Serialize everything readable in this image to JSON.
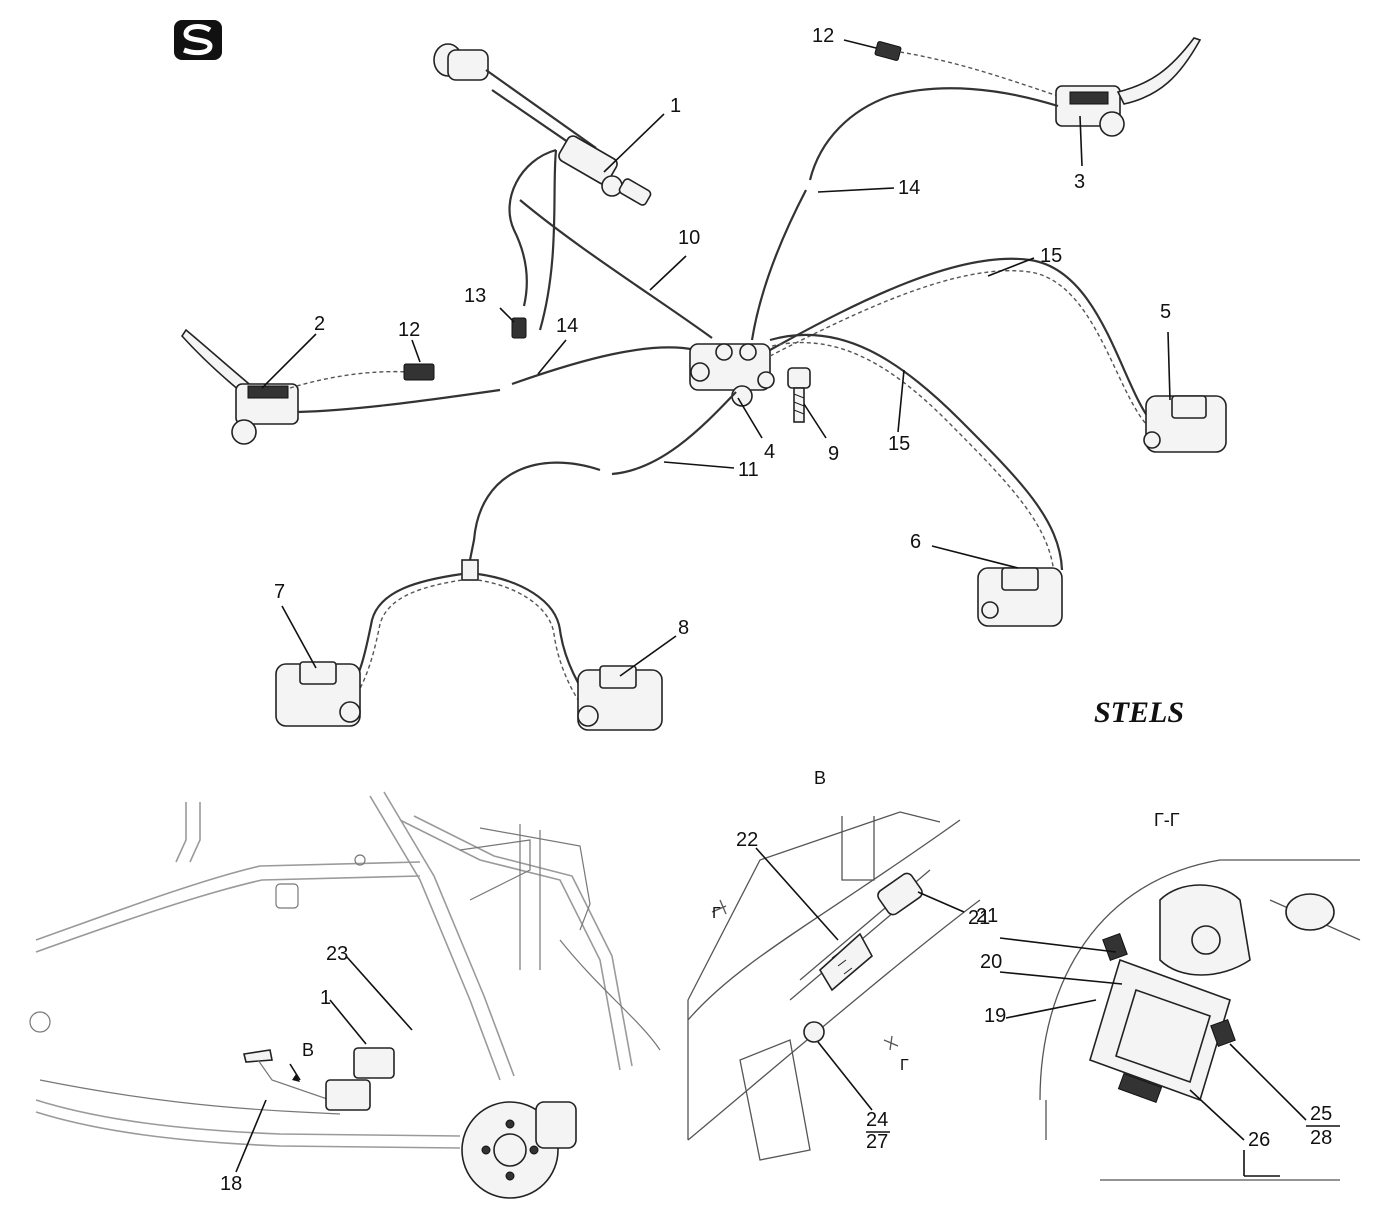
{
  "brand": {
    "logo_text": "STELS"
  },
  "callouts": {
    "c1": "1",
    "c2": "2",
    "c3": "3",
    "c4": "4",
    "c5": "5",
    "c6": "6",
    "c7": "7",
    "c8": "8",
    "c9": "9",
    "c10": "10",
    "c11": "11",
    "c12a": "12",
    "c12b": "12",
    "c13": "13",
    "c14a": "14",
    "c14b": "14",
    "c15a": "15",
    "c15b": "15",
    "c1b": "1",
    "c18": "18",
    "c23": "23",
    "c19": "19",
    "c20": "20",
    "c21": "21",
    "c22": "22",
    "c24": "24",
    "c27": "27",
    "c25": "25",
    "c28": "28",
    "c26": "26"
  },
  "views": {
    "arrow_label": "B",
    "view_b_title": "B",
    "view_g_title": "Г-Г",
    "section_mark_top": "Г",
    "section_mark_bottom": "Г"
  }
}
